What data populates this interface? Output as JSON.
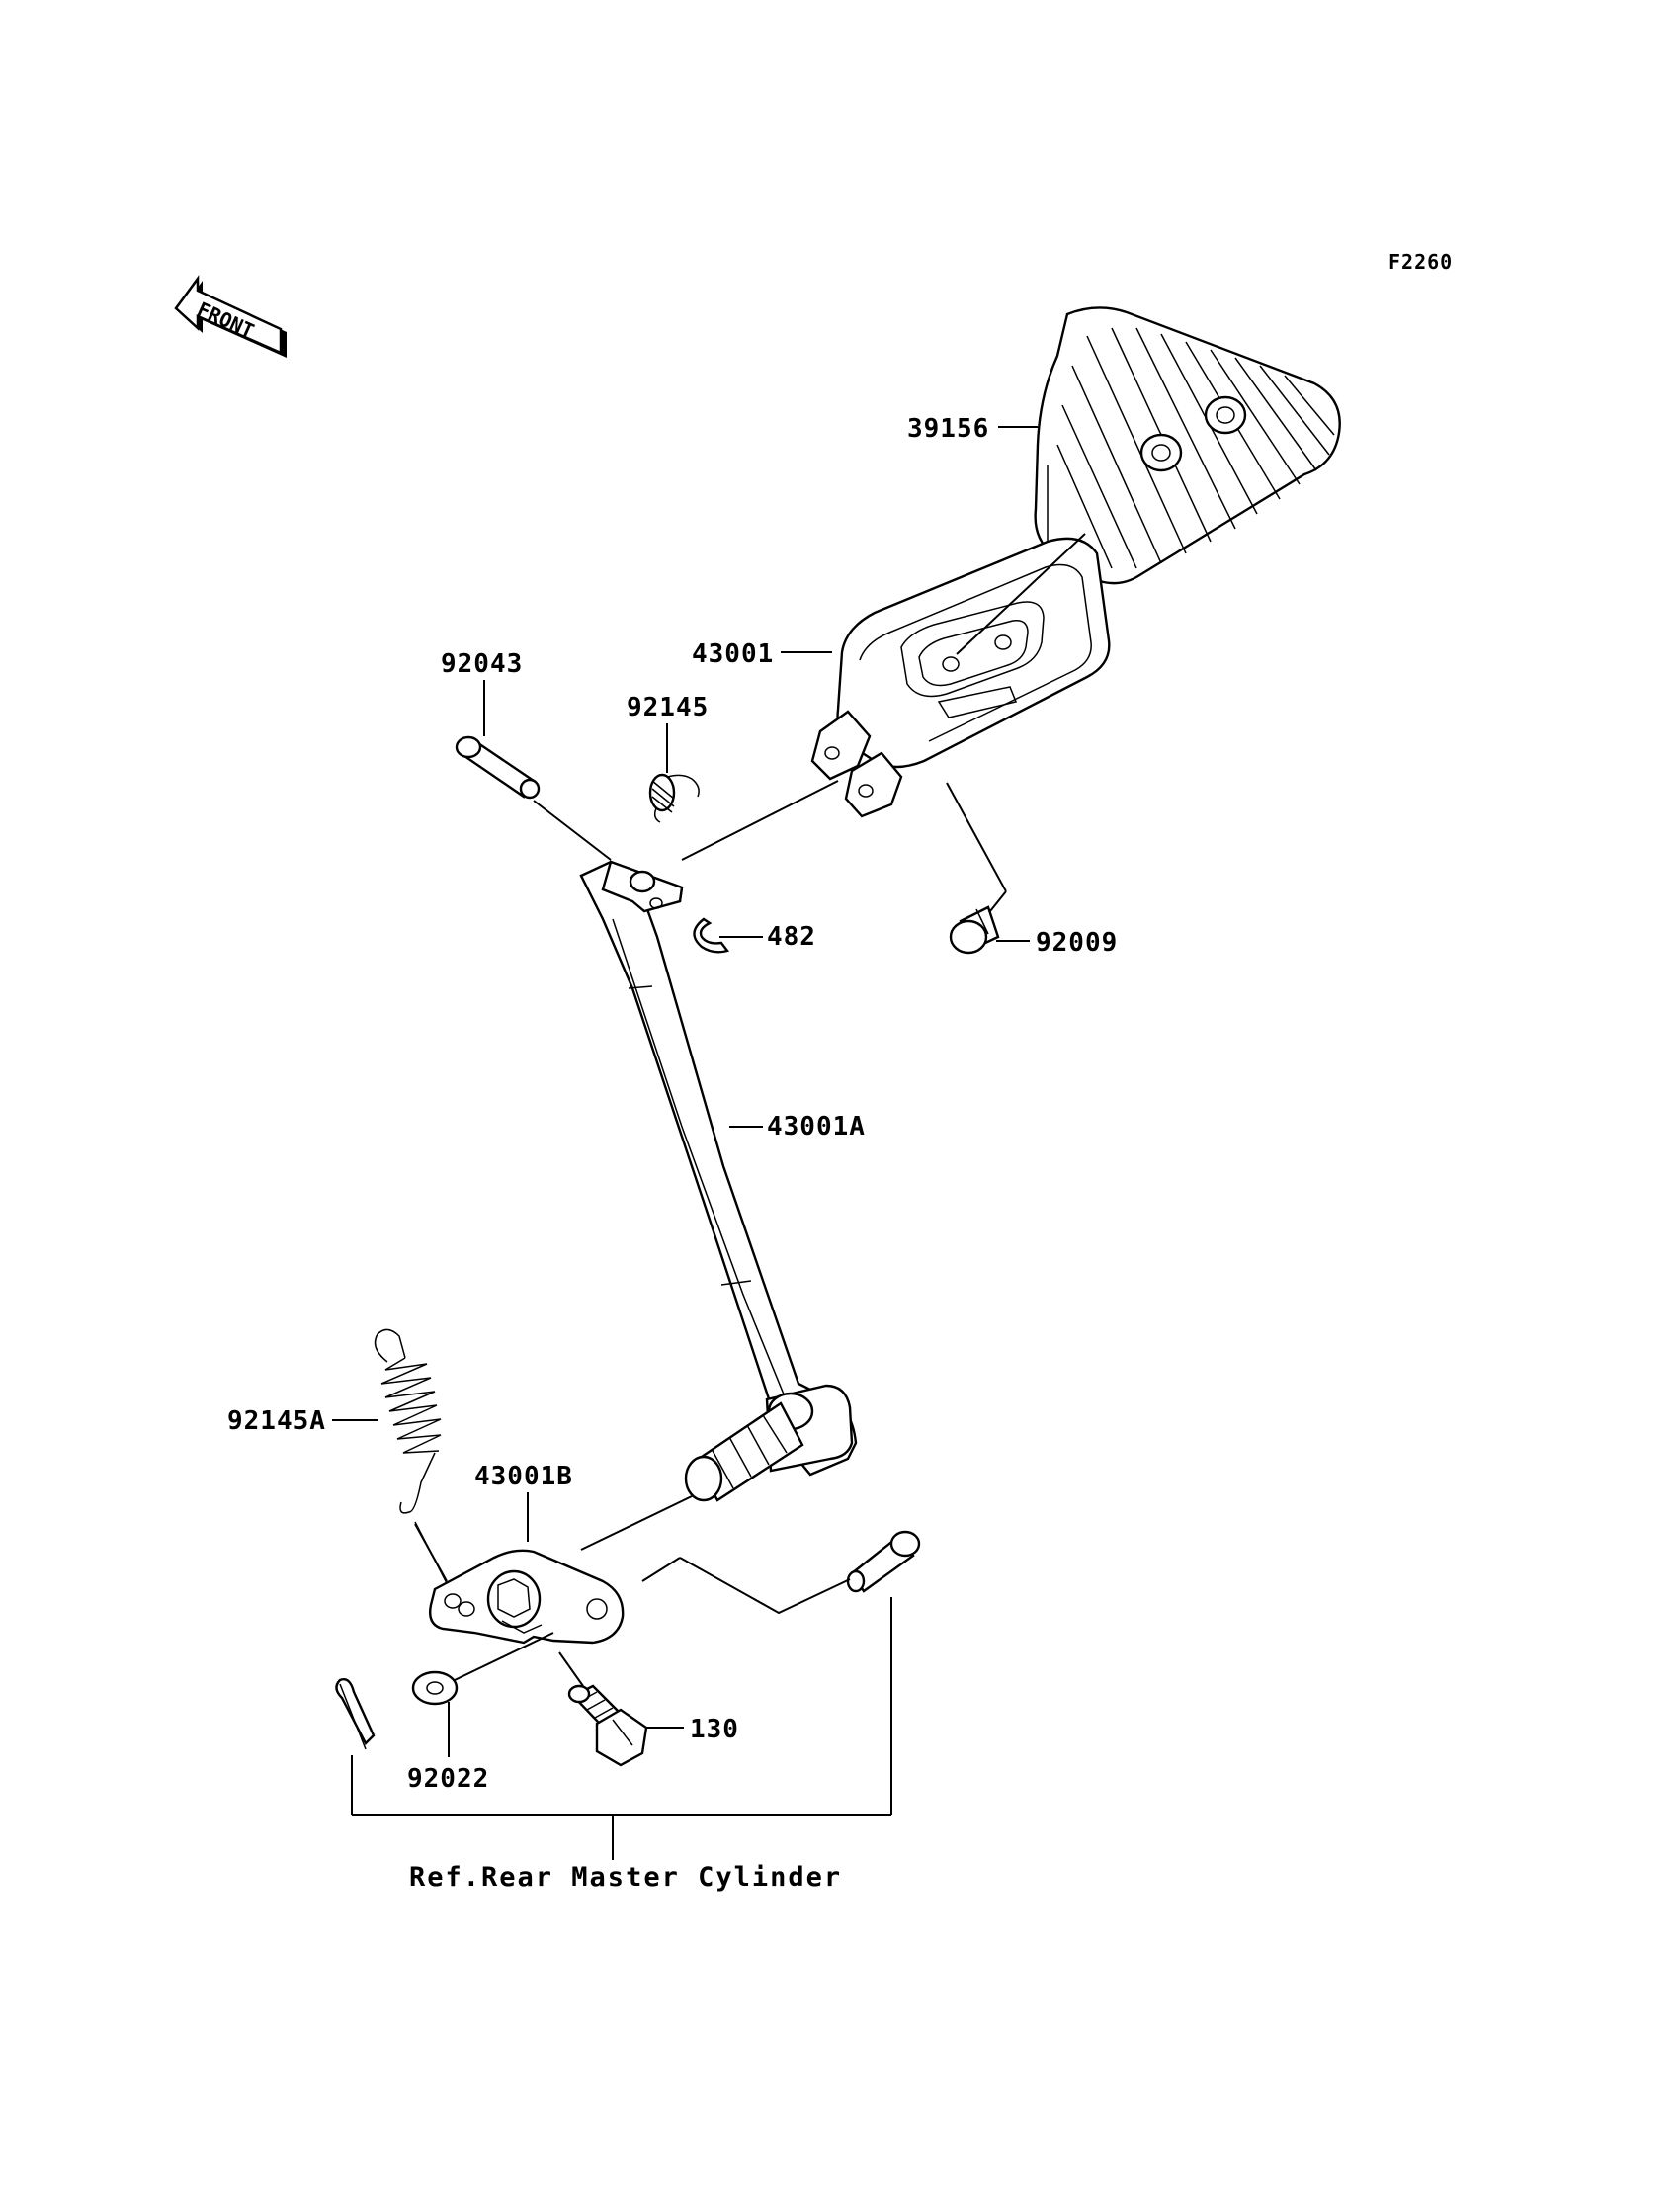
{
  "diagram": {
    "code": "F2260",
    "front_label": "FRONT",
    "reference_label": "Ref.Rear Master Cylinder",
    "parts": {
      "pad": "39156",
      "pedal_tip": "43001",
      "pin": "92043",
      "spring_small": "92145",
      "clip": "482",
      "bolt_small": "92009",
      "pedal_arm": "43001A",
      "spring_large": "92145A",
      "pedal_lever": "43001B",
      "bolt": "130",
      "washer": "92022"
    }
  }
}
